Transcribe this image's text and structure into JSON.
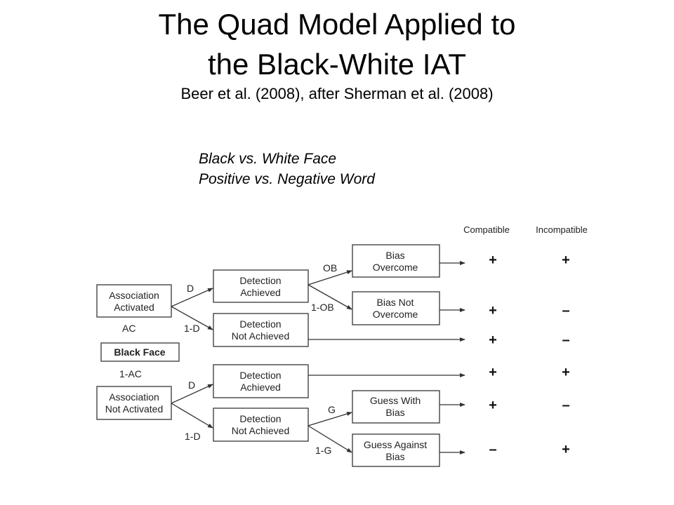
{
  "slide": {
    "title_line1": "The Quad Model Applied to",
    "title_line2": "the Black-White IAT",
    "subtitle": "Beer et al. (2008), after Sherman et al. (2008)",
    "stimulus_line1": "Black vs. White Face",
    "stimulus_line2": "Positive vs. Negative Word"
  },
  "diagram": {
    "root": "Black Face",
    "columns": [
      "Compatible",
      "Incompatible"
    ],
    "nodes": {
      "ac": [
        "Association",
        "Activated"
      ],
      "nac": [
        "Association",
        "Not Activated"
      ],
      "da1": [
        "Detection",
        "Achieved"
      ],
      "dna1": [
        "Detection",
        "Not Achieved"
      ],
      "da2": [
        "Detection",
        "Achieved"
      ],
      "dna2": [
        "Detection",
        "Not Achieved"
      ],
      "bo": [
        "Bias",
        "Overcome"
      ],
      "bno": [
        "Bias Not",
        "Overcome"
      ],
      "gwb": [
        "Guess With",
        "Bias"
      ],
      "gab": [
        "Guess Against",
        "Bias"
      ]
    },
    "edge_labels": {
      "ac": "AC",
      "one_minus_ac": "1-AC",
      "d_top": "D",
      "one_minus_d_top": "1-D",
      "d_bottom": "D",
      "one_minus_d_bottom": "1-D",
      "ob": "OB",
      "one_minus_ob": "1-OB",
      "g": "G",
      "one_minus_g": "1-G"
    },
    "outcomes": [
      {
        "path": "AC, D, OB",
        "compatible": "+",
        "incompatible": "+"
      },
      {
        "path": "AC, D, 1-OB",
        "compatible": "+",
        "incompatible": "–"
      },
      {
        "path": "AC, 1-D",
        "compatible": "+",
        "incompatible": "–"
      },
      {
        "path": "1-AC, D",
        "compatible": "+",
        "incompatible": "+"
      },
      {
        "path": "1-AC, 1-D, G",
        "compatible": "+",
        "incompatible": "–"
      },
      {
        "path": "1-AC, 1-D, 1-G",
        "compatible": "–",
        "incompatible": "+"
      }
    ]
  }
}
